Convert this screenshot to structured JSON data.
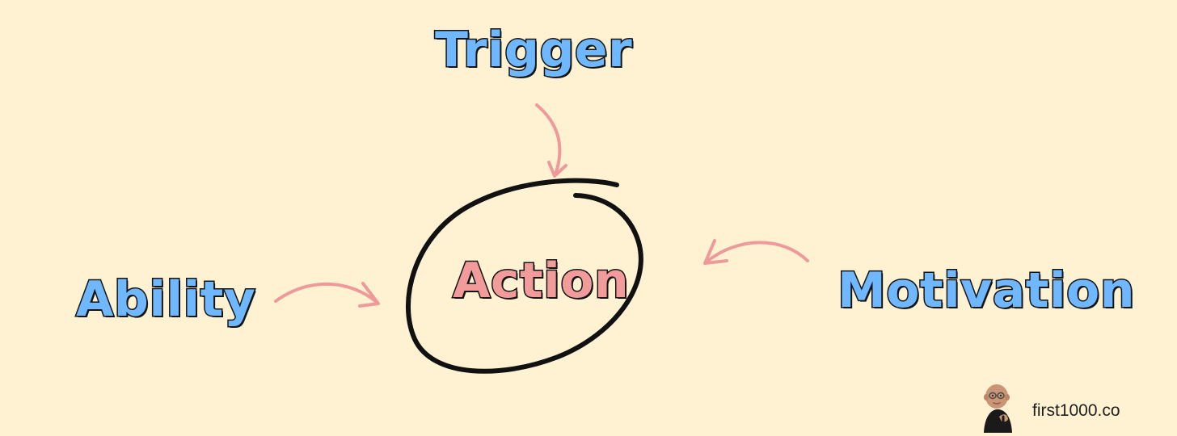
{
  "diagram": {
    "center": {
      "label": "Action"
    },
    "inputs": [
      {
        "label": "Trigger"
      },
      {
        "label": "Ability"
      },
      {
        "label": "Motivation"
      }
    ]
  },
  "brand": {
    "site": "first1000.co",
    "avatar_icon": "character-avatar-icon"
  },
  "colors": {
    "background": "#fff2d2",
    "input_label": "#6fb7ff",
    "center_label": "#f29b9b",
    "arrow": "#ef9a9a",
    "circle": "#111111"
  }
}
